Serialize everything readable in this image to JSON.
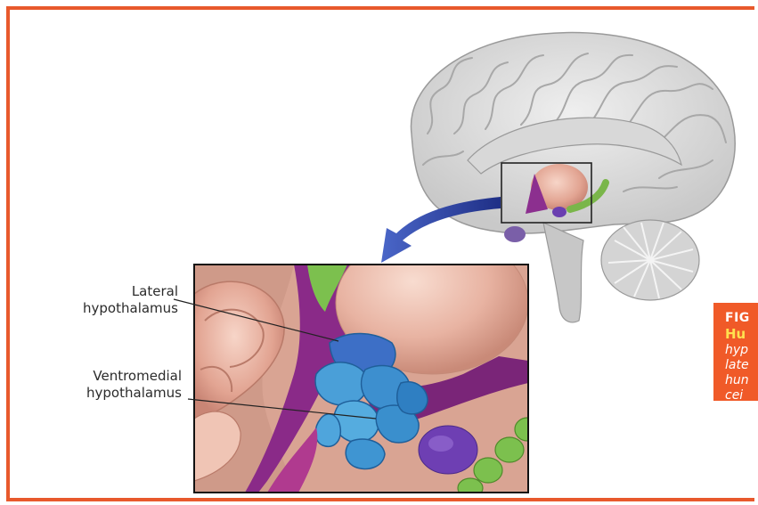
{
  "labels": {
    "lateral_line1": "Lateral",
    "lateral_line2": "hypothalamus",
    "ventromedial_line1": "Ventromedial",
    "ventromedial_line2": "hypothalamus"
  },
  "caption": {
    "fig_fragment": "FIG",
    "title_fragment": "Hu",
    "body_fragments": [
      "hyp",
      "late",
      "hun",
      "cei"
    ]
  },
  "colors": {
    "frame": "#e8592c",
    "caption_bg": "#f05a28",
    "caption_title": "#ffe14f",
    "hypothalamus_blue": "#3b8fd0",
    "arrow_blue": "#3a50b0"
  }
}
